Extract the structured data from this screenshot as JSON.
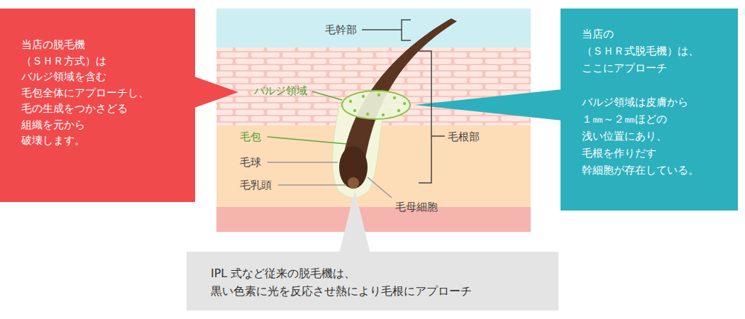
{
  "diagram": {
    "nodes": [
      {
        "text": [
          "当店の脱毛機 （ＳＨＲ方式）は バルジ領域を含む 毛包全体にアプローチし、 毛の生成をつかさどる 組織を元から 破壊します。"
        ]
      },
      {
        "text": [
          "当店の （ＳＨＲ式脱毛機）は、 ここにアプローチ",
          "バルジ領域は皮膚から １㎜～２㎜ほどの 浅い位置にあり、 毛根を作りだす 幹細胞が存在している。"
        ]
      },
      {
        "text": [
          "IPL 式など従来の脱毛機は、 黒い色素に光を反応させ熱により毛根にアプローチ"
        ]
      }
    ],
    "labels": [
      "毛幹部",
      "バルジ領域",
      "毛包",
      "毛根部",
      "毛球",
      "毛乳頭",
      "毛母細胞"
    ]
  }
}
